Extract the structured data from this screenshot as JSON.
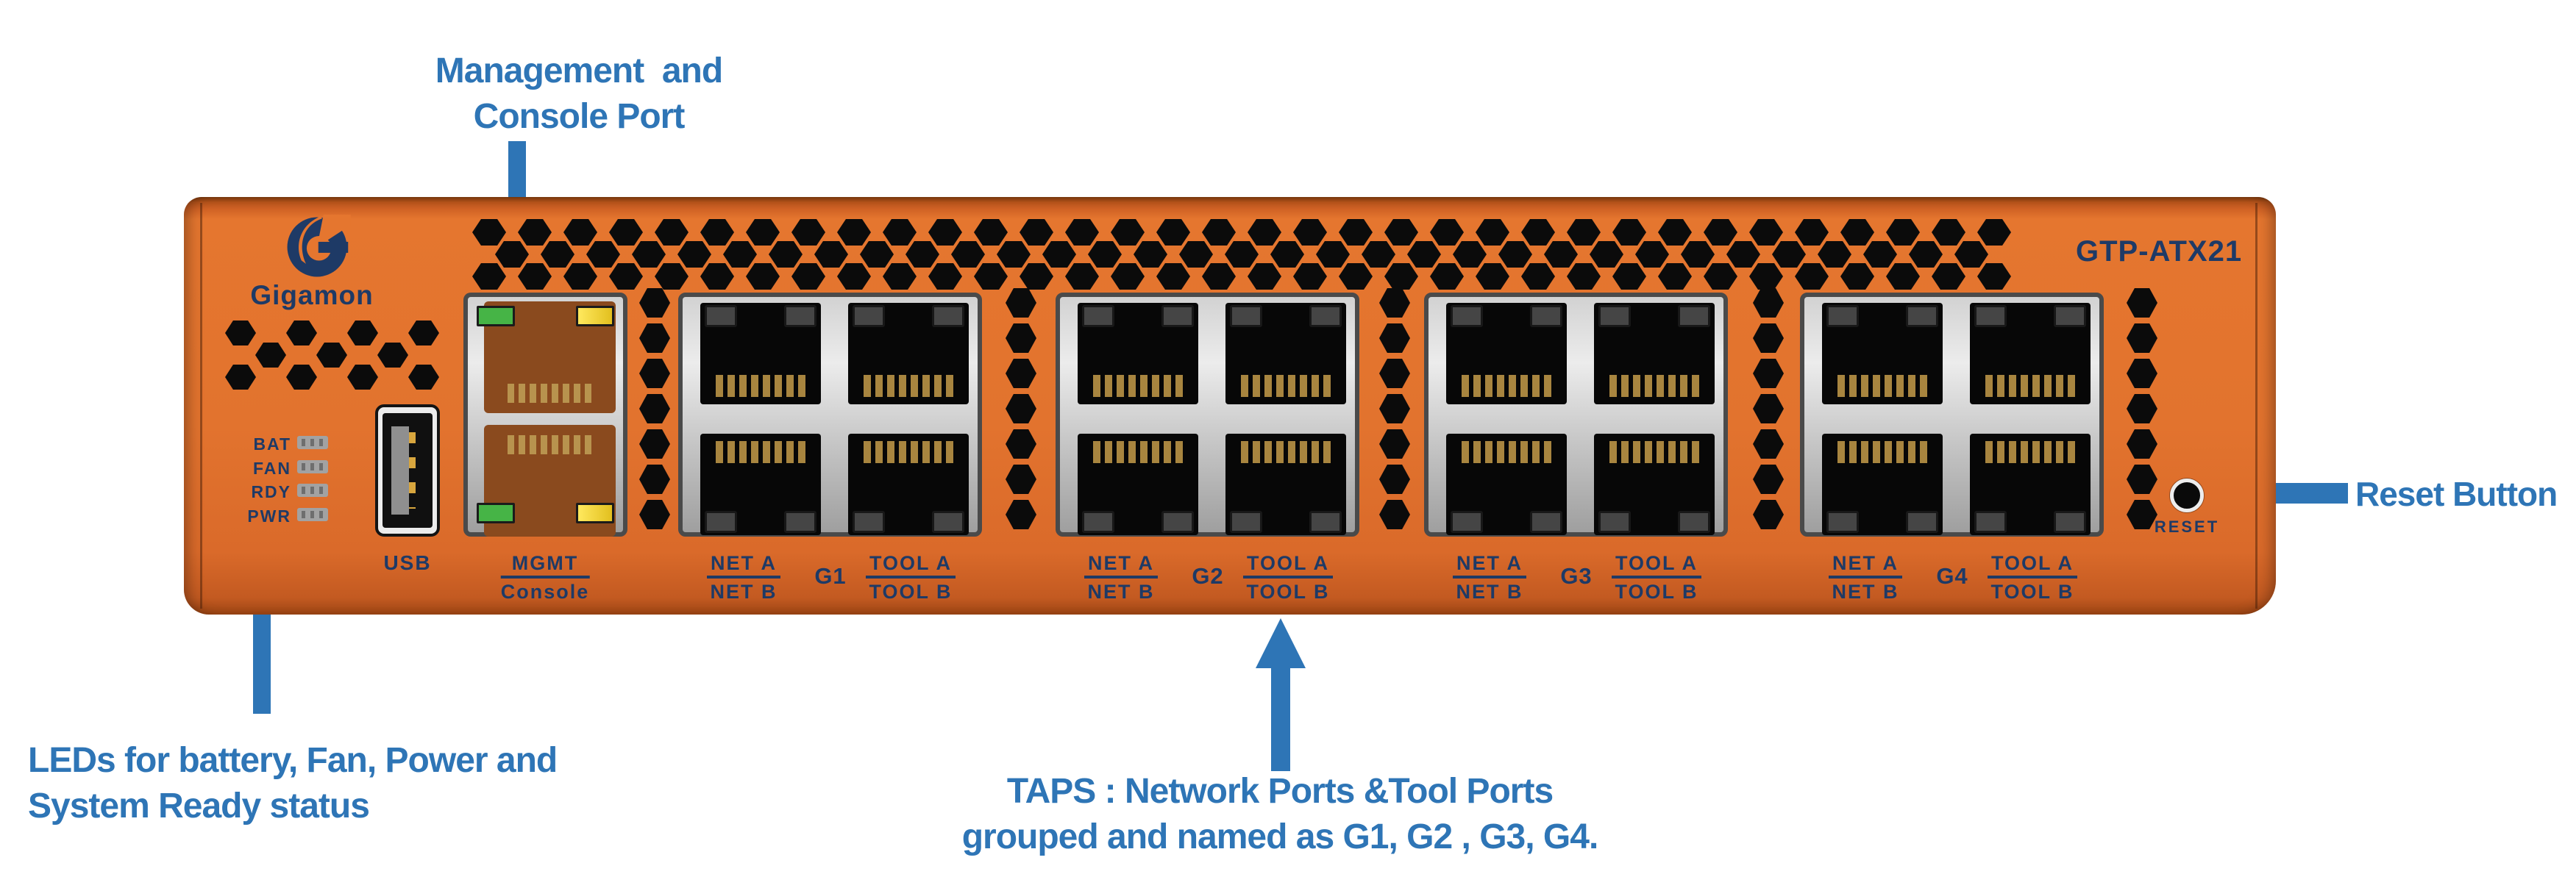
{
  "device": {
    "brand": "Gigamon",
    "model": "GTP-ATX21",
    "led_labels": [
      "BAT",
      "FAN",
      "RDY",
      "PWR"
    ],
    "usb_label": "USB",
    "mgmt_label_top": "MGMT",
    "mgmt_label_bottom": "Console",
    "reset_label": "RESET",
    "port_groups": [
      {
        "id": "G1",
        "net_top": "NET A",
        "net_bottom": "NET B",
        "tool_top": "TOOL A",
        "tool_bottom": "TOOL B"
      },
      {
        "id": "G2",
        "net_top": "NET A",
        "net_bottom": "NET B",
        "tool_top": "TOOL A",
        "tool_bottom": "TOOL B"
      },
      {
        "id": "G3",
        "net_top": "NET A",
        "net_bottom": "NET B",
        "tool_top": "TOOL A",
        "tool_bottom": "TOOL B"
      },
      {
        "id": "G4",
        "net_top": "NET A",
        "net_bottom": "NET B",
        "tool_top": "TOOL A",
        "tool_bottom": "TOOL B"
      }
    ]
  },
  "annotations": {
    "mgmt_line1": "Management  and",
    "mgmt_line2": "Console Port",
    "leds_line1": "LEDs for battery, Fan, Power and",
    "leds_line2": "System Ready status",
    "taps_line1": "TAPS : Network Ports &Tool Ports",
    "taps_line2": "grouped and named as G1, G2 , G3, G4.",
    "reset": "Reset Button"
  },
  "colors": {
    "chassis_orange": "#e0702c",
    "annotation_blue": "#2e75b6",
    "device_navy": "#1e3a66",
    "led_green": "#46b446",
    "led_yellow": "#f0d53c"
  }
}
